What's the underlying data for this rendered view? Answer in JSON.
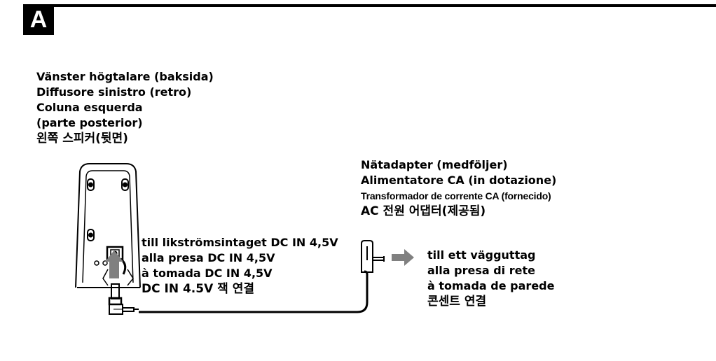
{
  "section": {
    "letter": "A"
  },
  "speaker_label": [
    "Vänster högtalare (baksida)",
    "Diffusore sinistro (retro)",
    "Coluna esquerda",
    "(parte posterior)",
    "왼쪽 스피커(뒷면)"
  ],
  "adapter_label": [
    "Nätadapter (medföljer)",
    "Alimentatore CA (in dotazione)",
    "Transformador de corrente CA (fornecido)",
    "AC 전원 어댑터(제공됨)"
  ],
  "dc_label": [
    "till likströmsintaget DC IN 4,5V",
    "alla presa DC IN 4,5V",
    "à tomada DC IN 4,5V",
    "DC IN 4.5V 잭 연결"
  ],
  "outlet_label": [
    "till ett vägguttag",
    "alla presa di rete",
    "à tomada de parede",
    "콘센트 연결"
  ],
  "colors": {
    "ink": "#000000",
    "arrow": "#808080",
    "paper": "#ffffff"
  },
  "icons": [
    "speaker-rear-illustration",
    "ac-adapter-plug",
    "arrow-right-icon",
    "arrow-up-icon",
    "dc-plug-icon"
  ]
}
